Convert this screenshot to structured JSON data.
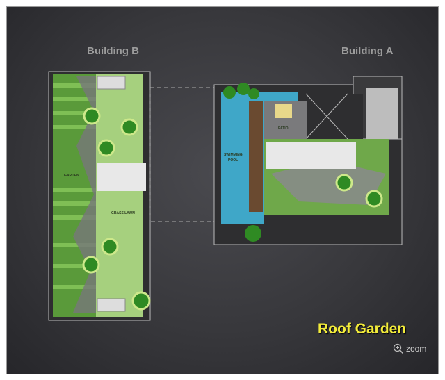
{
  "buildings": {
    "b_label": "Building B",
    "a_label": "Building A"
  },
  "plan_labels": {
    "garden": "GARDEN",
    "grass_lawn": "GRASS LAWN",
    "swimming": "SWIMMING",
    "pool": "POOL",
    "patio": "PATIO"
  },
  "title": "Roof Garden",
  "zoom_label": "zoom",
  "colors": {
    "title": "#f3ec3a",
    "grass": "#8fc46a",
    "pool": "#3fa7c8"
  }
}
